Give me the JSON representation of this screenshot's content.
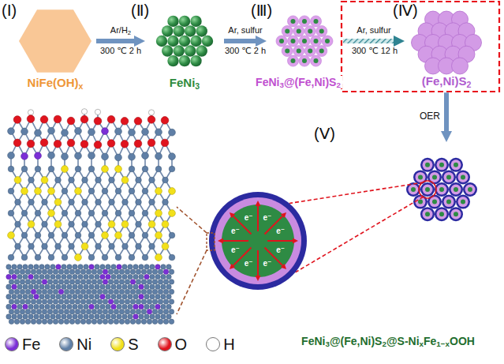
{
  "diagram": {
    "nodes": [
      {
        "text": [
          "(Ⅰ)",
          "NiFe(OH)x"
        ]
      },
      {
        "text": [
          "(Ⅱ)",
          "FeNi3"
        ]
      },
      {
        "text": [
          "(Ⅲ)",
          "FeNi3@(Fe,Ni)S2"
        ]
      },
      {
        "text": [
          "(Ⅳ)",
          "(Fe,Ni)S2"
        ]
      },
      {
        "text": [
          "(Ⅴ)",
          "FeNi3@(Fe,Ni)S2@S-NixFe1−xOOH"
        ]
      }
    ],
    "edges": [
      {
        "from": 0,
        "to": 1,
        "arrow": "to",
        "label": "Ar/H2"
      },
      {
        "from": 1,
        "to": 2,
        "arrow": "to",
        "label": "Ar, sulfur"
      },
      {
        "from": 2,
        "to": 3,
        "arrow": "to",
        "label": "Ar, sulfur"
      },
      {
        "from": 3,
        "to": 4,
        "arrow": "to",
        "label": "OER"
      }
    ],
    "labels": [
      "300 ℃ 2 h",
      "300 ℃ 2 h",
      "300 ℃ 12 h",
      "e⁻",
      "e⁻",
      "e⁻",
      "e⁻",
      "e⁻",
      "e⁻",
      "e⁻",
      "e⁻"
    ],
    "legend": [
      {
        "text": "Fe",
        "color": "#7b2fd6"
      },
      {
        "text": "Ni",
        "color": "#5f7fa6"
      },
      {
        "text": "S",
        "color": "#f2e01a"
      },
      {
        "text": "O",
        "color": "#e0141e"
      },
      {
        "text": "H",
        "color": "#ffffff"
      }
    ]
  }
}
